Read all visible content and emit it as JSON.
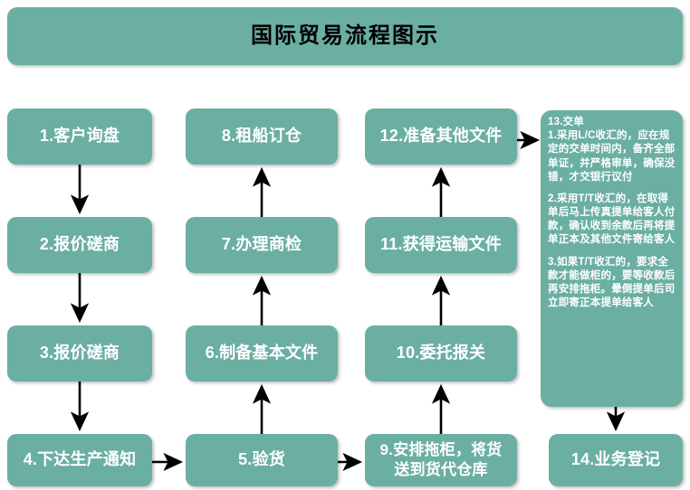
{
  "title": {
    "text": "国际贸易流程图示"
  },
  "colors": {
    "node_fill": "#6BAFA3",
    "node_text": "#ffffff",
    "title_text": "#000000",
    "arrow": "#000000",
    "background": "#ffffff"
  },
  "nodes": {
    "n1": "1.客户询盘",
    "n2": "2.报价磋商",
    "n3": "3.报价磋商",
    "n4": "4.下达生产通知",
    "n5": "5.验货",
    "n6": "6.制备基本文件",
    "n7": "7.办理商检",
    "n8": "8.租船订仓",
    "n9_line1": "9.安排拖柜，将货",
    "n9_line2": "送到货代仓库",
    "n10": "10.委托报关",
    "n11": "11.获得运输文件",
    "n12": "12.准备其他文件",
    "n14": "14.业务登记"
  },
  "notes": {
    "heading": "13.交单",
    "para1": "1.采用L/C收汇的，应在规定的交单时间内，备齐全部单证，并严格审单，确保没错，才交银行议付",
    "para2": "2.采用T/T收汇的，在取得单后马上传真提单给客人付款，确认收到余款后再将提单正本及其他文件寄给客人",
    "para3": "3.如果T/T收汇的，要求全款才能做柜的，要等收款后再安排拖柜。晕倒提单后司立即寄正本提单给客人"
  }
}
